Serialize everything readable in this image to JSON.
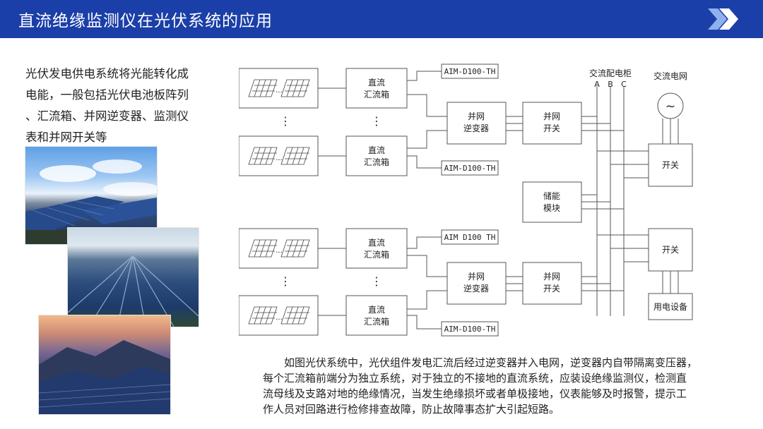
{
  "header": {
    "title": "直流绝缘监测仪在光伏系统的应用",
    "bg_color": "#1b3fa8",
    "icon": "double-chevron-right-icon"
  },
  "intro": {
    "lines": [
      "光伏发电供电系统将光能转化成",
      "电能，一般包括光伏电池板阵列",
      "、汇流箱、并网逆变器、监测仪",
      "表和并网开关等"
    ]
  },
  "diagram": {
    "combiner_box": "直流\n汇流箱",
    "inverter": "并网\n逆变器",
    "grid_switch": "并网\n开关",
    "storage": "储能\n模块",
    "switch": "开关",
    "load": "用电设备",
    "monitors": [
      "AIM-D100-TH",
      "AIM-D100-TH",
      "AIM D100 TH",
      "AIM-D100-TH"
    ],
    "ac_cabinet": "交流配电柜",
    "phases": [
      "A",
      "B",
      "C"
    ],
    "ac_grid": "交流电网",
    "ac_symbol": "~",
    "ellipsis": "⋮"
  },
  "caption": {
    "lines": [
      "如图光伏系统中，光伏组件发电汇流后经过逆变器并入电网，逆变器内自带隔离变压器，",
      "每个汇流箱前端分为独立系统，对于独立的不接地的直流系统，应装设绝缘监测仪，检测直",
      "流母线及支路对地的绝缘情况，当发生绝缘损坏或者单极接地，仪表能够及时报警，提示工",
      "作人员对回路进行检修排查故障，防止故障事态扩大引起短路。"
    ]
  }
}
